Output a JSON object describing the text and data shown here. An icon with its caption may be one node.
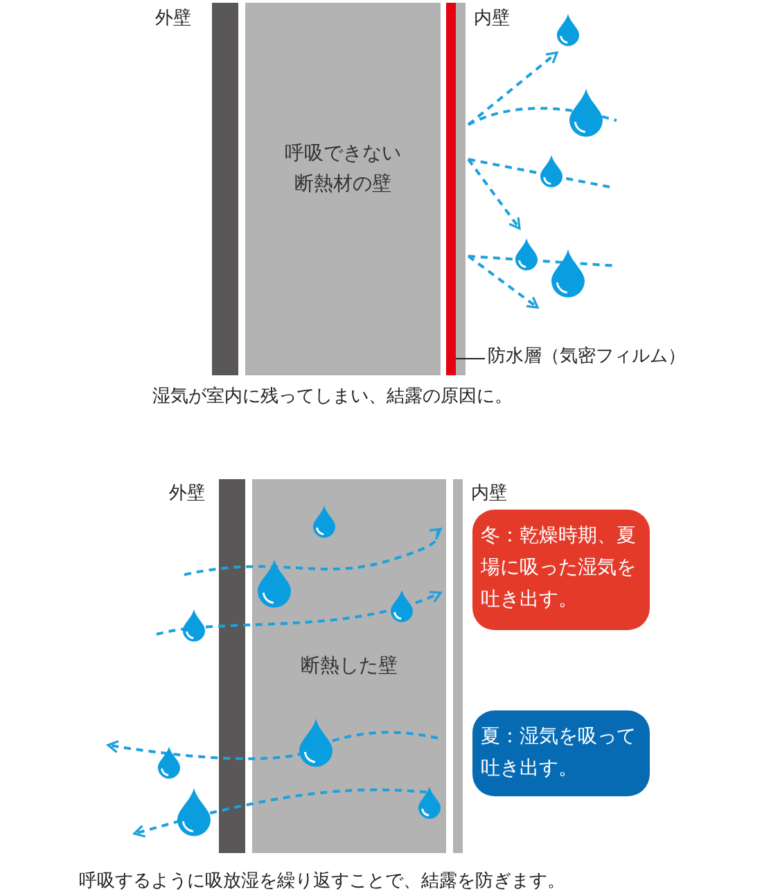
{
  "diagram": {
    "nodes": [
      {
        "text": [
          "呼吸できない断熱材の壁"
        ]
      },
      {
        "text": [],
        "shape": "bar"
      },
      {
        "text": [
          "防水層（気密フィルム）"
        ]
      },
      {
        "text": [
          "断熱した壁"
        ]
      },
      {
        "text": [
          "冬：乾燥時期、夏場に吸った湿気を吐き出す。"
        ]
      },
      {
        "text": [
          "夏：湿気を吸って吐き出す。"
        ]
      }
    ],
    "edges": [
      {
        "from": 2,
        "to": 1,
        "arrow": "none"
      }
    ],
    "labels": [
      "外壁",
      "内壁",
      "湿気が室内に残ってしまい、結露の原因に。",
      "外壁",
      "内壁",
      "呼吸するように吸放湿を繰り返すことで、結露を防ぎます。"
    ]
  }
}
